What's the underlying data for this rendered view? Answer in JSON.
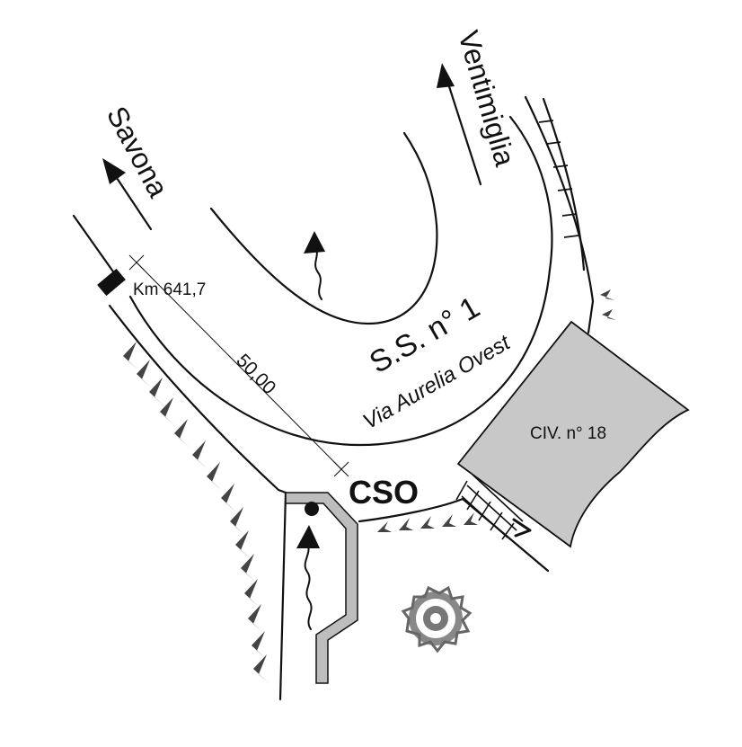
{
  "map": {
    "road_name": "S.S. n° 1",
    "road_subtitle": "Via Aurelia Ovest",
    "direction_left": "Savona",
    "direction_right": "Ventimiglia",
    "kilometre_marker": "Km 641,7",
    "distance": "50,00",
    "site_label": "CSO",
    "building_label": "CIV. n° 18"
  },
  "colors": {
    "line": "#111111",
    "building_fill": "#c8c8c8",
    "outfall_fill": "#bdbdbd",
    "slope_marks": "#444444"
  },
  "icons": [
    "flow-arrow-icon",
    "tree-icon",
    "slope-marks-icon",
    "kilometre-post-icon"
  ]
}
